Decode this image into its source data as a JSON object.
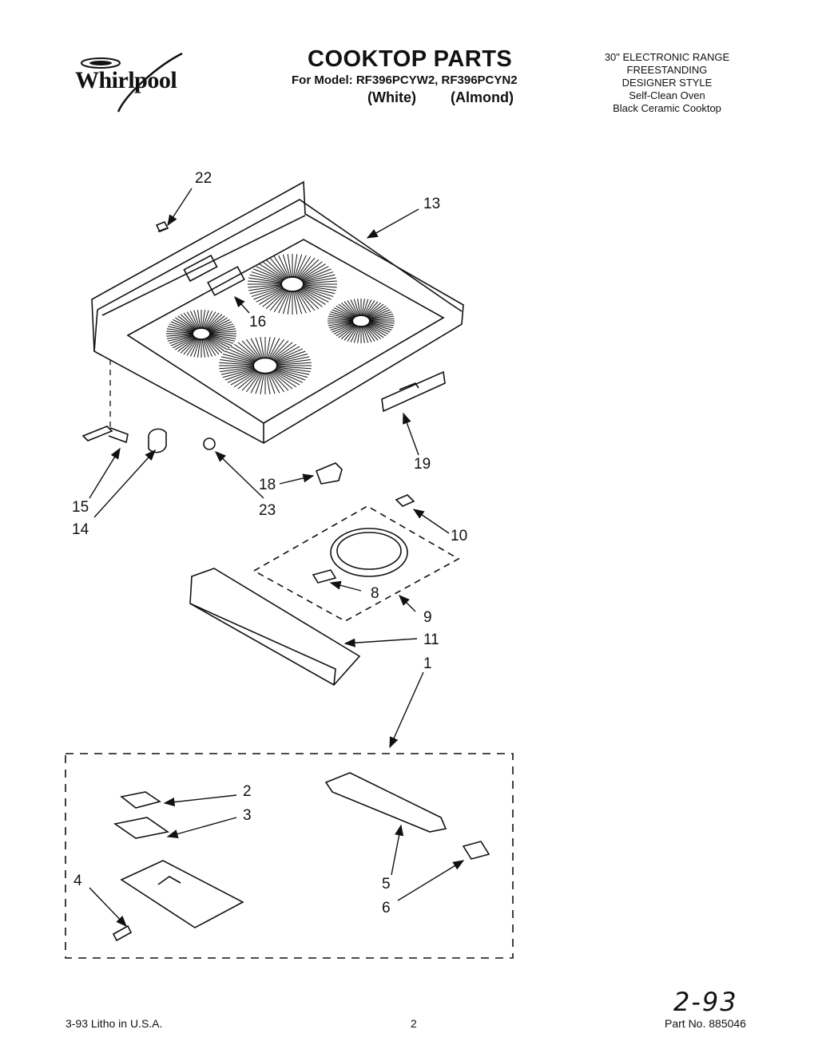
{
  "brand": {
    "name": "Whirlpool"
  },
  "header": {
    "title": "COOKTOP PARTS",
    "model_line": "For Model: RF396PCYW2, RF396PCYN2",
    "color_a": "(White)",
    "color_b": "(Almond)"
  },
  "spec": {
    "line1": "30\" ELECTRONIC RANGE",
    "line2": "FREESTANDING",
    "line3": "DESIGNER STYLE",
    "line4": "Self-Clean Oven",
    "line5": "Black Ceramic Cooktop"
  },
  "callouts": {
    "c22": "22",
    "c13": "13",
    "c16": "16",
    "c19": "19",
    "c18": "18",
    "c23": "23",
    "c15": "15",
    "c14": "14",
    "c10": "10",
    "c8": "8",
    "c9": "9",
    "c11": "11",
    "c1": "1",
    "c2": "2",
    "c3": "3",
    "c4": "4",
    "c5": "5",
    "c6": "6"
  },
  "footer": {
    "litho": "3-93 Litho in U.S.A.",
    "page": "2",
    "part_no": "Part No. 885046",
    "handwritten": "2-93"
  }
}
